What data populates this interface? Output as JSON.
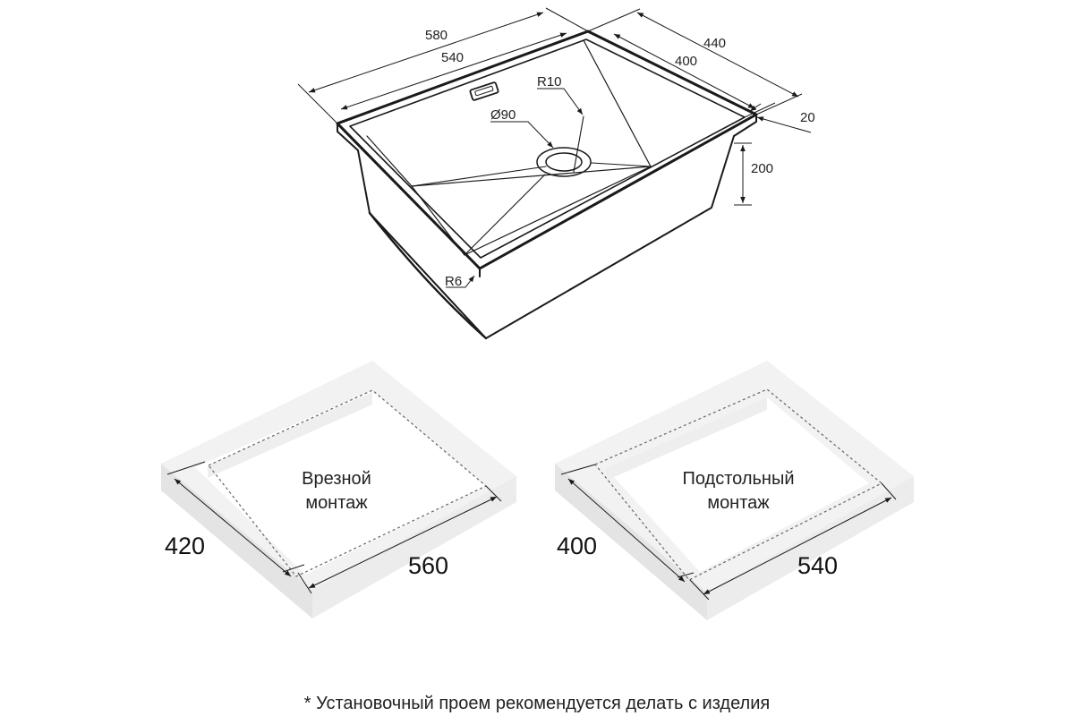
{
  "sink": {
    "dim_outer_width": "580",
    "dim_inner_width": "540",
    "dim_outer_depth": "440",
    "dim_inner_depth": "400",
    "dim_flange": "20",
    "dim_height": "200",
    "radius_top": "R10",
    "radius_bottom": "R6",
    "drain": "Ø90"
  },
  "cutout_flush": {
    "label_line1": "Врезной",
    "label_line2": "монтаж",
    "dim_depth": "420",
    "dim_width": "560"
  },
  "cutout_under": {
    "label_line1": "Подстольный",
    "label_line2": "монтаж",
    "dim_depth": "400",
    "dim_width": "540"
  },
  "footnote": "* Установочный проем рекомендуется делать с изделия",
  "colors": {
    "line": "#1a1a1a",
    "slab_top": "#f2f2f2",
    "slab_side": "#e6e6e6"
  }
}
